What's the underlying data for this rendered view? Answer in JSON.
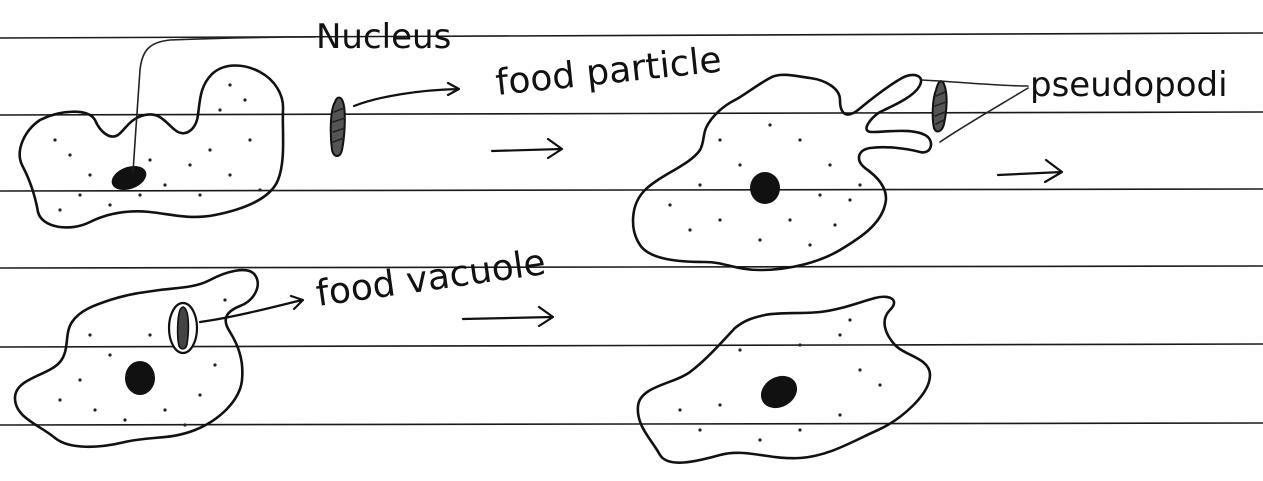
{
  "labels": {
    "nucleus": "Nucleus",
    "food_particle": "food particle",
    "pseudopodia": "pseudopodi",
    "food_vacuole": "food vacuole"
  },
  "icons": [
    "arrow-right-icon"
  ]
}
